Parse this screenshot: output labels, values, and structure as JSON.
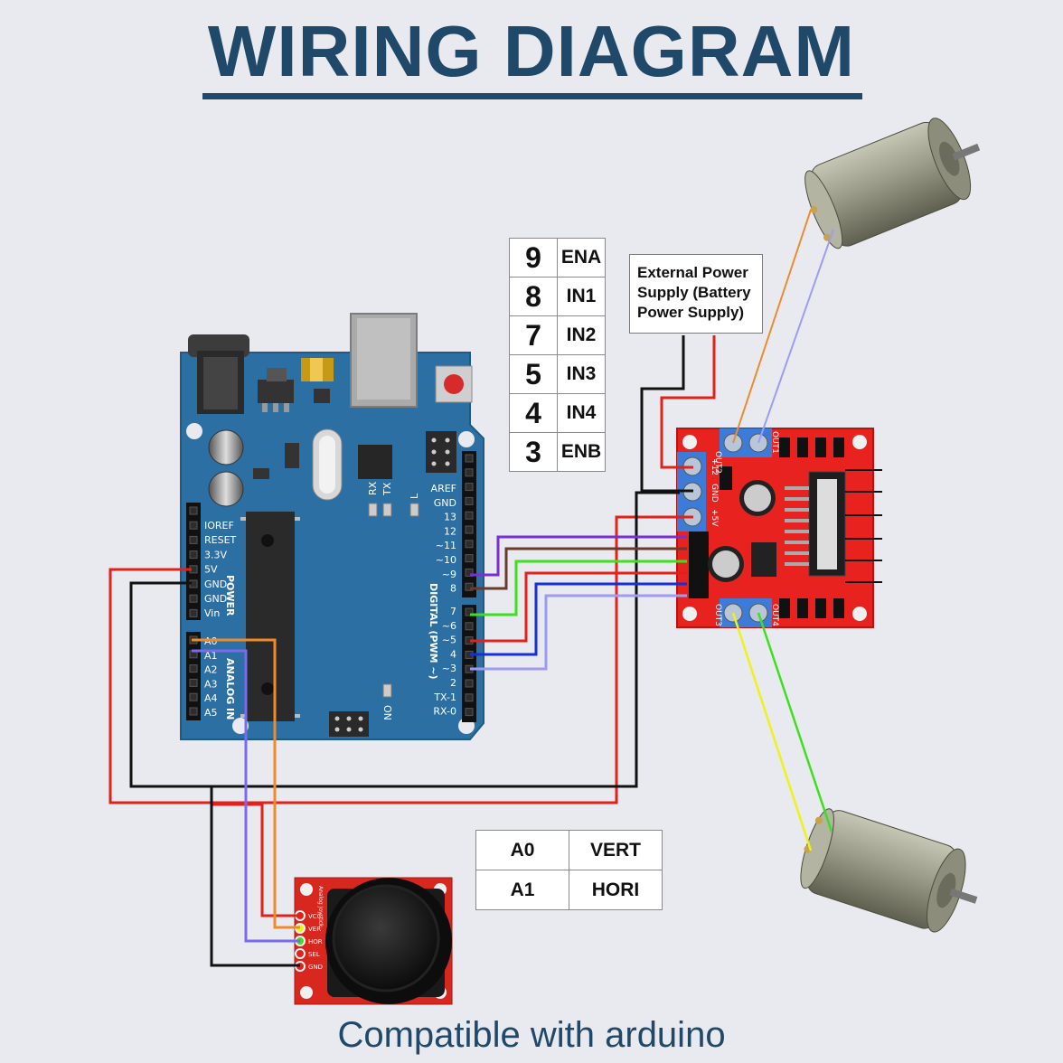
{
  "title": "WIRING DIAGRAM",
  "footer": "Compatible with arduino",
  "pin_map": [
    {
      "pin": "9",
      "signal": "ENA"
    },
    {
      "pin": "8",
      "signal": "IN1"
    },
    {
      "pin": "7",
      "signal": "IN2"
    },
    {
      "pin": "5",
      "signal": "IN3"
    },
    {
      "pin": "4",
      "signal": "IN4"
    },
    {
      "pin": "3",
      "signal": "ENB"
    }
  ],
  "external_power": {
    "line1": "External Power",
    "line2": "Supply (Battery",
    "line3": "Power Supply)"
  },
  "joystick_map": [
    {
      "pin": "A0",
      "axis": "VERT"
    },
    {
      "pin": "A1",
      "axis": "HORI"
    }
  ],
  "arduino": {
    "power_pins": [
      "IOREF",
      "RESET",
      "3.3V",
      "5V",
      "GND",
      "GND",
      "Vin"
    ],
    "power_label": "POWER",
    "analog_pins": [
      "A0",
      "A1",
      "A2",
      "A3",
      "A4",
      "A5"
    ],
    "analog_label": "ANALOG IN",
    "digital_pins": [
      "AREF",
      "GND",
      "13",
      "12",
      "~11",
      "~10",
      "~9",
      "8",
      "7",
      "~6",
      "~5",
      "4",
      "~3",
      "2",
      "TX-1",
      "RX-0"
    ],
    "digital_label": "DIGITAL (PWM ~)",
    "tx_label": "TX",
    "rx_label": "RX",
    "l_label": "L",
    "on_label": "ON"
  },
  "driver": {
    "out1": "OUT1",
    "out2": "OUT2",
    "out3": "OUT3",
    "out4": "OUT4",
    "v12": "+12",
    "gnd": "GND",
    "v5": "+5V"
  },
  "joystick": {
    "pins": [
      "VCC",
      "VER",
      "HOR",
      "SEL",
      "GND"
    ],
    "label": "Analog Joystick"
  },
  "colors": {
    "title": "#1f4869",
    "arduino_board": "#2b6fa3",
    "driver_board": "#e8231f",
    "joystick_board": "#d8271f",
    "wire_red": "#e3211b",
    "wire_black": "#111111",
    "wire_orange": "#f08a2a",
    "wire_purple": "#7a2fd0",
    "wire_brown": "#6b3a2a",
    "wire_green": "#3ce01e",
    "wire_blue": "#1530d8",
    "wire_lavender": "#9d9cf5",
    "wire_yellow": "#eef21a"
  }
}
